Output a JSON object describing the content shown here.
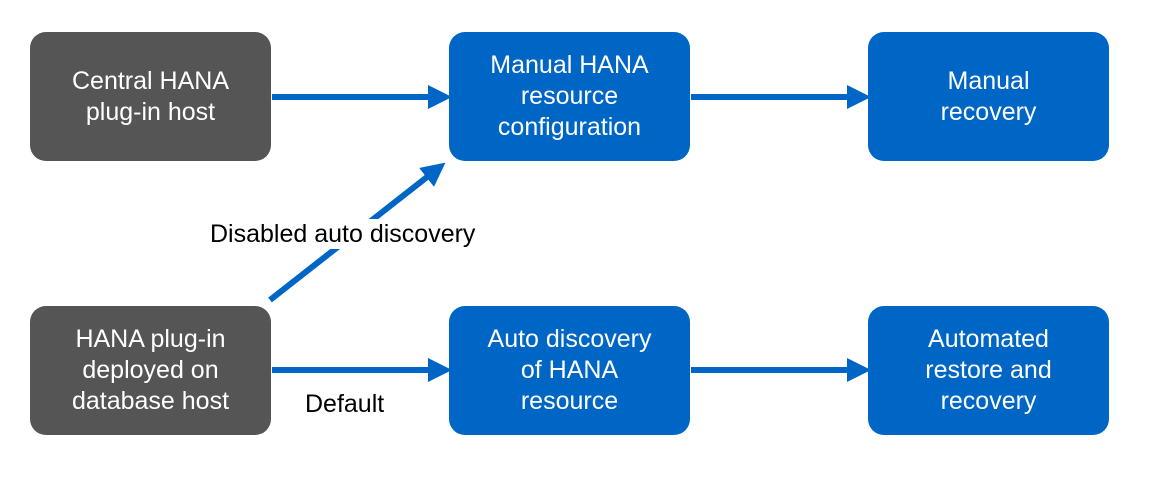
{
  "nodes": {
    "central_host": "Central HANA\nplug-in host",
    "manual_config": "Manual HANA\nresource\nconfiguration",
    "manual_recovery": "Manual\nrecovery",
    "plugin_db_host": "HANA plug-in\ndeployed on\ndatabase host",
    "auto_discovery": "Auto discovery\nof HANA\nresource",
    "auto_restore": "Automated\nrestore and\nrecovery"
  },
  "edges": {
    "disabled_label": "Disabled auto discovery",
    "default_label": "Default"
  },
  "colors": {
    "gray_box": "#555555",
    "blue_box": "#0066c6",
    "arrow": "#0066c6"
  }
}
